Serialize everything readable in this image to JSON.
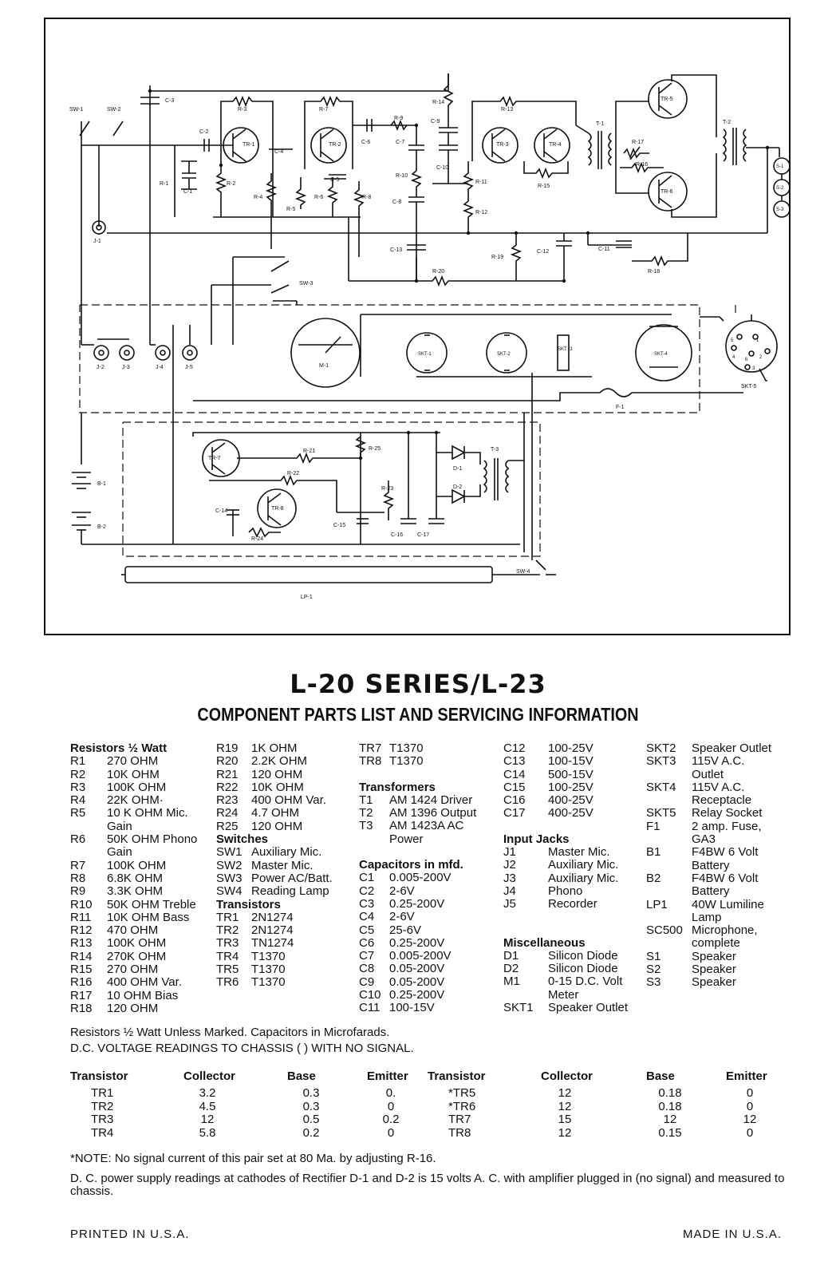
{
  "schematic": {
    "labels": {
      "sw1": "SW-1",
      "sw2": "SW-2",
      "sw3": "SW-3",
      "sw4": "SW-4",
      "c1": "C-1",
      "c2": "C-2",
      "c3": "C-3",
      "c4": "C-4",
      "c5": "C-5",
      "c6": "C-6",
      "c7": "C-7",
      "c8": "C-8",
      "c9": "C-9",
      "c10": "C-10",
      "c11": "C-11",
      "c12": "C-12",
      "c13": "C-13",
      "c14": "C-14",
      "c15": "C-15",
      "c16": "C-16",
      "c17": "C-17",
      "r1": "R-1",
      "r2": "R-2",
      "r3": "R-3",
      "r4": "R-4",
      "r5": "R-5",
      "r6": "R-6",
      "r7": "R-7",
      "r8": "R-8",
      "r9": "R-9",
      "r10": "R-10",
      "r11": "R-11",
      "r12": "R-12",
      "r13": "R-13",
      "r14": "R-14",
      "r15": "R-15",
      "r16": "R-16",
      "r17": "R-17",
      "r18": "R-18",
      "r19": "R-19",
      "r20": "R-20",
      "r21": "R-21",
      "r22": "R-22",
      "r23": "R-23",
      "r24": "R-24",
      "r25": "R-25",
      "tr1": "TR-1",
      "tr2": "TR-2",
      "tr3": "TR-3",
      "tr4": "TR-4",
      "tr5": "TR-5",
      "tr6": "TR-6",
      "tr7": "TR-7",
      "tr8": "TR-8",
      "t1": "T-1",
      "t2": "T-2",
      "t3": "T-3",
      "j1": "J-1",
      "j2": "J-2",
      "j3": "J-3",
      "j4": "J-4",
      "j5": "J-5",
      "s1": "S-1",
      "s2": "S-2",
      "s3": "S-3",
      "m1": "M-1",
      "skt1": "SKT-1",
      "skt2": "SKT-2",
      "skt3": "SKT -3",
      "skt4": "SKT-4",
      "skt5": "SKT-5",
      "f1": "F-1",
      "b1": "B-1",
      "b2": "B-2",
      "lp1": "LP-1",
      "d1": "D-1",
      "d2": "D-2",
      "pin5": "5",
      "pin4": "4",
      "pin6": "6",
      "pin1": "1",
      "pin2": "2",
      "pin3": "3"
    }
  },
  "title": "L-20 SERIES/L-23",
  "subtitle": "COMPONENT PARTS LIST AND SERVICING INFORMATION",
  "parts": {
    "col1": [
      {
        "h": "Resistors ½ Watt"
      },
      {
        "k": "R1",
        "v": "270 OHM"
      },
      {
        "k": "R2",
        "v": "10K OHM"
      },
      {
        "k": "R3",
        "v": "100K OHM"
      },
      {
        "k": "R4",
        "v": "22K OHM·"
      },
      {
        "k": "R5",
        "v": "10 K OHM Mic."
      },
      {
        "c": "Gain"
      },
      {
        "k": "R6",
        "v": "50K OHM Phono"
      },
      {
        "c": "Gain"
      },
      {
        "k": "R7",
        "v": "100K OHM"
      },
      {
        "k": "R8",
        "v": "6.8K OHM"
      },
      {
        "k": "R9",
        "v": "3.3K OHM"
      },
      {
        "k": "R10",
        "v": "50K OHM Treble"
      },
      {
        "k": "R11",
        "v": "10K OHM Bass"
      },
      {
        "k": "R12",
        "v": "470 OHM"
      },
      {
        "k": "R13",
        "v": "100K OHM"
      },
      {
        "k": "R14",
        "v": "270K OHM"
      },
      {
        "k": "R15",
        "v": "270 OHM"
      },
      {
        "k": "R16",
        "v": "400 OHM Var."
      },
      {
        "k": "R17",
        "v": "10 OHM Bias"
      },
      {
        "k": "R18",
        "v": "120 OHM"
      }
    ],
    "col2": [
      {
        "k": "R19",
        "v": "1K OHM"
      },
      {
        "k": "R20",
        "v": "2.2K OHM"
      },
      {
        "k": "R21",
        "v": "120 OHM"
      },
      {
        "k": "R22",
        "v": "10K OHM"
      },
      {
        "k": "R23",
        "v": "400 OHM Var."
      },
      {
        "k": "R24",
        "v": "4.7 OHM"
      },
      {
        "k": "R25",
        "v": "120 OHM"
      },
      {
        "h": "Switches"
      },
      {
        "k": "SW1",
        "v": "Auxiliary Mic."
      },
      {
        "k": "SW2",
        "v": "Master Mic."
      },
      {
        "k": "SW3",
        "v": "Power AC/Batt."
      },
      {
        "k": "SW4",
        "v": "Reading Lamp"
      },
      {
        "h": "Transistors"
      },
      {
        "k": "TR1",
        "v": "2N1274"
      },
      {
        "k": "TR2",
        "v": "2N1274"
      },
      {
        "k": "TR3",
        "v": "TN1274"
      },
      {
        "k": "TR4",
        "v": "T1370"
      },
      {
        "k": "TR5",
        "v": "T1370"
      },
      {
        "k": "TR6",
        "v": "T1370"
      }
    ],
    "col3": [
      {
        "k": "TR7",
        "v": "T1370"
      },
      {
        "k": "TR8",
        "v": "T1370"
      },
      {
        "gap": true
      },
      {
        "h": "Transformers"
      },
      {
        "k": "T1",
        "v": "AM 1424 Driver"
      },
      {
        "k": "T2",
        "v": "AM 1396 Output"
      },
      {
        "k": "T3",
        "v": "AM 1423A AC"
      },
      {
        "c": "Power"
      },
      {
        "gap": true
      },
      {
        "h": "Capacitors in mfd."
      },
      {
        "k": "C1",
        "v": "0.005-200V"
      },
      {
        "k": "C2",
        "v": "2-6V"
      },
      {
        "k": "C3",
        "v": "0.25-200V"
      },
      {
        "k": "C4",
        "v": "2-6V"
      },
      {
        "k": "C5",
        "v": "25-6V"
      },
      {
        "k": "C6",
        "v": "0.25-200V"
      },
      {
        "k": "C7",
        "v": "0.005-200V"
      },
      {
        "k": "C8",
        "v": "0.05-200V"
      },
      {
        "k": "C9",
        "v": "0.05-200V"
      },
      {
        "k": "C10",
        "v": "0.25-200V"
      },
      {
        "k": "C11",
        "v": "100-15V"
      }
    ],
    "col4": [
      {
        "k": "C12",
        "v": "100-25V"
      },
      {
        "k": "C13",
        "v": "100-15V"
      },
      {
        "k": "C14",
        "v": "500-15V"
      },
      {
        "k": "C15",
        "v": "100-25V"
      },
      {
        "k": "C16",
        "v": "400-25V"
      },
      {
        "k": "C17",
        "v": "400-25V"
      },
      {
        "gap": true
      },
      {
        "h": "Input Jacks"
      },
      {
        "k": "J1",
        "v": "Master Mic."
      },
      {
        "k": "J2",
        "v": "Auxiliary Mic."
      },
      {
        "k": "J3",
        "v": "Auxiliary Mic."
      },
      {
        "k": "J4",
        "v": "Phono"
      },
      {
        "k": "J5",
        "v": "Recorder"
      },
      {
        "gap": true
      },
      {
        "gap": true
      },
      {
        "h": "Miscellaneous"
      },
      {
        "k": "D1",
        "v": "Silicon Diode"
      },
      {
        "k": "D2",
        "v": "Silicon Diode"
      },
      {
        "k": "M1",
        "v": "0-15 D.C. Volt"
      },
      {
        "c": "Meter"
      },
      {
        "k": "SKT1",
        "v": "Speaker Outlet"
      }
    ],
    "col5": [
      {
        "k": "SKT2",
        "v": "Speaker Outlet"
      },
      {
        "k": "SKT3",
        "v": "115V A.C."
      },
      {
        "c": "Outlet"
      },
      {
        "k": "SKT4",
        "v": "115V A.C."
      },
      {
        "c": "Receptacle"
      },
      {
        "k": "SKT5",
        "v": "Relay Socket"
      },
      {
        "k": "F1",
        "v": "2 amp. Fuse,"
      },
      {
        "c": "GA3"
      },
      {
        "k": "B1",
        "v": "F4BW 6 Volt"
      },
      {
        "c": "Battery"
      },
      {
        "k": "B2",
        "v": "F4BW 6 Volt"
      },
      {
        "c": "Battery"
      },
      {
        "k": "LP1",
        "v": "40W Lumiline"
      },
      {
        "c": "Lamp"
      },
      {
        "k": "SC500",
        "v": "Microphone,"
      },
      {
        "c": "complete"
      },
      {
        "k": "S1",
        "v": "Speaker"
      },
      {
        "k": "S2",
        "v": "Speaker"
      },
      {
        "k": "S3",
        "v": "Speaker"
      }
    ]
  },
  "notes": {
    "line1": "Resistors ½ Watt Unless Marked. Capacitors in Microfarads.",
    "line2": "D.C. VOLTAGE READINGS TO CHASSIS (     ) WITH NO SIGNAL."
  },
  "voltage_table": {
    "headers": [
      "Transistor",
      "Collector",
      "Base",
      "Emitter",
      "Transistor",
      "Collector",
      "Base",
      "Emitter"
    ],
    "rows": [
      [
        "TR1",
        "3.2",
        "0.3",
        "0.",
        "*TR5",
        "12",
        "0.18",
        "0"
      ],
      [
        "TR2",
        "4.5",
        "0.3",
        "0",
        "*TR6",
        "12",
        "0.18",
        "0"
      ],
      [
        "TR3",
        "12",
        "0.5",
        "0.2",
        "TR7",
        "15",
        "12",
        "12"
      ],
      [
        "TR4",
        "5.8",
        "0.2",
        "0",
        "TR8",
        "12",
        "0.15",
        "0"
      ]
    ]
  },
  "footnote": "*NOTE: No signal current of this pair set at 80 Ma. by adjusting R-16.",
  "power_note": "D. C. power supply readings at cathodes of Rectifier D-1 and D-2 is 15 volts A. C. with amplifier plugged in (no signal) and measured to chassis.",
  "printed": "PRINTED IN U.S.A.",
  "made": "MADE IN U.S.A."
}
